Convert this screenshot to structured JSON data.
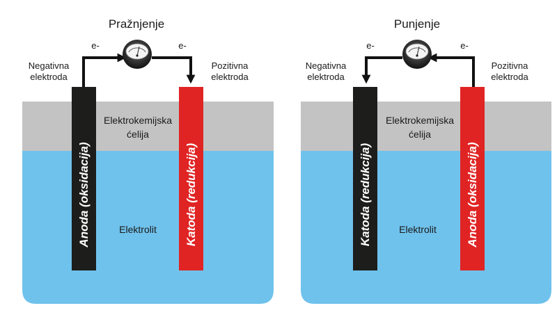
{
  "panels": [
    {
      "title": "Pražnjenje",
      "left_label_line1": "Negativna",
      "left_label_line2": "elektroda",
      "right_label_line1": "Pozitivna",
      "right_label_line2": "elektroda",
      "electron_left": "e-",
      "electron_right": "e-",
      "cell_label_line1": "Elektrokemijska",
      "cell_label_line2": "ćelija",
      "electrolyte": "Elektrolit",
      "left_electrode": "Anoda (oksidacija)",
      "right_electrode": "Katoda (redukcija)",
      "current_direction": "left-to-right"
    },
    {
      "title": "Punjenje",
      "left_label_line1": "Negativna",
      "left_label_line2": "elektroda",
      "right_label_line1": "Pozitivna",
      "right_label_line2": "elektroda",
      "electron_left": "e-",
      "electron_right": "e-",
      "cell_label_line1": "Elektrokemijska",
      "cell_label_line2": "ćelija",
      "electrolyte": "Elektrolit",
      "left_electrode": "Katoda (redukcija)",
      "right_electrode": "Anoda (oksidacija)",
      "current_direction": "right-to-left"
    }
  ],
  "colors": {
    "electrolyte": "#6fc2ec",
    "cell_gray": "#c3c3c3",
    "black_electrode": "#1d1d1b",
    "red_electrode": "#e02424",
    "wire": "#111111"
  }
}
